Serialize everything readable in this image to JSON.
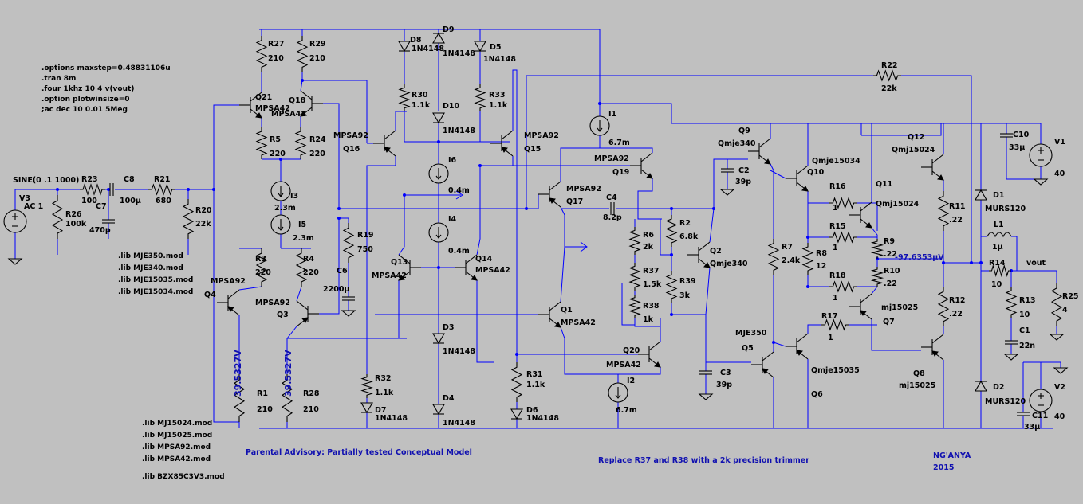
{
  "directives": [
    ".options maxstep=0.48831106u",
    ".tran 8m",
    ".four 1khz 10 4 v(vout)",
    ".option plotwinsize=0",
    ";ac dec 10 0.01 5Meg"
  ],
  "libs_a": [
    ".lib MJE350.mod",
    ".lib MJE340.mod",
    ".lib MJE15035.mod",
    ".lib MJE15034.mod"
  ],
  "libs_b": [
    ".lib MJ15024.mod",
    ".lib MJ15025.mod",
    ".lib MPSA92.mod",
    ".lib MPSA42.mod"
  ],
  "lib_c": ".lib BZX85C3V3.mod",
  "notes": {
    "advisory": "Parental Advisory: Partially tested Conceptual Model",
    "trimmer": "Replace R37 and R38 with a 2k precision trimmer",
    "author": "NG'ANYA",
    "year": "2015"
  },
  "probes": {
    "v_left": "39.5327V",
    "v_right": "39.5327V",
    "v_out": "-97.6353µV"
  },
  "labels": {
    "V3": "V3",
    "V3v": "AC 1",
    "sine": "SINE(0 .1 1000)",
    "R26": "R26",
    "R26v": "100k",
    "R23": "R23",
    "R23v": "100",
    "C8": "C8",
    "C8v": "100µ",
    "C7": "C7",
    "C7v": "470p",
    "R21": "R21",
    "R21v": "680",
    "R20": "R20",
    "R20v": "22k",
    "R27": "R27",
    "R27v": "210",
    "R29": "R29",
    "R29v": "210",
    "Q21": "Q21",
    "Q21t": "MPSA42",
    "Q18": "Q18",
    "Q18t": "MPSA42",
    "R5": "R5",
    "R5v": "220",
    "R24": "R24",
    "R24v": "220",
    "I3": "I3",
    "I3v": "2.3m",
    "I5": "I5",
    "I5v": "2.3m",
    "R3": "R3",
    "R3v": "220",
    "R4": "R4",
    "R4v": "220",
    "Q4": "Q4",
    "Q4t": "MPSA92",
    "Q3": "Q3",
    "Q3t": "MPSA92",
    "R1": "R1",
    "R1v": "210",
    "R28": "R28",
    "R28v": "210",
    "R19": "R19",
    "R19v": "750",
    "C6": "C6",
    "C6v": "2200µ",
    "Q16": "Q16",
    "Q16t": "MPSA92",
    "R32": "R32",
    "R32v": "1.1k",
    "D7": "D7",
    "D7t": "1N4148",
    "D8": "D8",
    "D8t": "1N4148",
    "D9": "D9",
    "D9t": "1N4148",
    "D5": "D5",
    "D5t": "1N4148",
    "R30": "R30",
    "R30v": "1.1k",
    "R33": "R33",
    "R33v": "1.1k",
    "D10": "D10",
    "D10t": "1N4148",
    "I6": "I6",
    "I6v": "0.4m",
    "I4": "I4",
    "I4v": "0.4m",
    "Q13": "Q13",
    "Q13t": "MPSA42",
    "Q14": "Q14",
    "Q14t": "MPSA42",
    "D3": "D3",
    "D3t": "1N4148",
    "D4": "D4",
    "D4t": "1N4148",
    "Q15": "Q15",
    "Q15t": "MPSA92",
    "R31": "R31",
    "R31v": "1.1k",
    "D6": "D6",
    "D6t": "1N4148",
    "I1": "I1",
    "I1v": "6.7m",
    "Q19": "Q19",
    "Q19t": "MPSA92",
    "Q17": "Q17",
    "Q17t": "MPSA92",
    "C4": "C4",
    "C4v": "8.2p",
    "Q1": "Q1",
    "Q1t": "MPSA42",
    "Q20": "Q20",
    "Q20t": "MPSA42",
    "I2": "I2",
    "I2v": "6.7m",
    "R2": "R2",
    "R2v": "6.8k",
    "R6": "R6",
    "R6v": "2k",
    "R37": "R37",
    "R37v": "1.5k",
    "R38": "R38",
    "R38v": "1k",
    "R39": "R39",
    "R39v": "3k",
    "Q2": "Q2",
    "Q2t": "Qmje340",
    "C2": "C2",
    "C2v": "39p",
    "C3": "C3",
    "C3v": "39p",
    "Q9": "Q9",
    "Q9t": "Qmje340",
    "Q10": "Q10",
    "Q10t": "Qmje15034",
    "R7": "R7",
    "R7v": "2.4k",
    "R16": "R16",
    "R16v": "1",
    "R15": "R15",
    "R15v": "1",
    "R8": "R8",
    "R8v": "12",
    "R18": "R18",
    "R18v": "1",
    "R17": "R17",
    "R17v": "1",
    "Q5": "Q5",
    "Q5t": "MJE350",
    "Q6": "Q6",
    "Q6t": "Qmje15035",
    "Q11": "Q11",
    "Q11t": "Qmj15024",
    "Q7": "Q7",
    "Q7t": "mj15025",
    "R9": "R9",
    "R9v": ".22",
    "R10": "R10",
    "R10v": ".22",
    "Q12": "Q12",
    "Q12t": "Qmj15024",
    "Q8": "Q8",
    "Q8t": "mj15025",
    "R11": "R11",
    "R11v": ".22",
    "R12": "R12",
    "R12v": ".22",
    "R22": "R22",
    "R22v": "22k",
    "C10": "C10",
    "C10v": "33µ",
    "V1": "V1",
    "V1v": "40",
    "D1": "D1",
    "D1t": "MURS120",
    "D2": "D2",
    "D2t": "MURS120",
    "L1": "L1",
    "L1v": "1µ",
    "R14": "R14",
    "R14v": "10",
    "R13": "R13",
    "R13v": "10",
    "C1": "C1",
    "C1v": "22n",
    "vout": "vout",
    "R25": "R25",
    "R25v": "4",
    "C11": "C11",
    "C11v": "33µ",
    "V2": "V2",
    "V2v": "40"
  }
}
